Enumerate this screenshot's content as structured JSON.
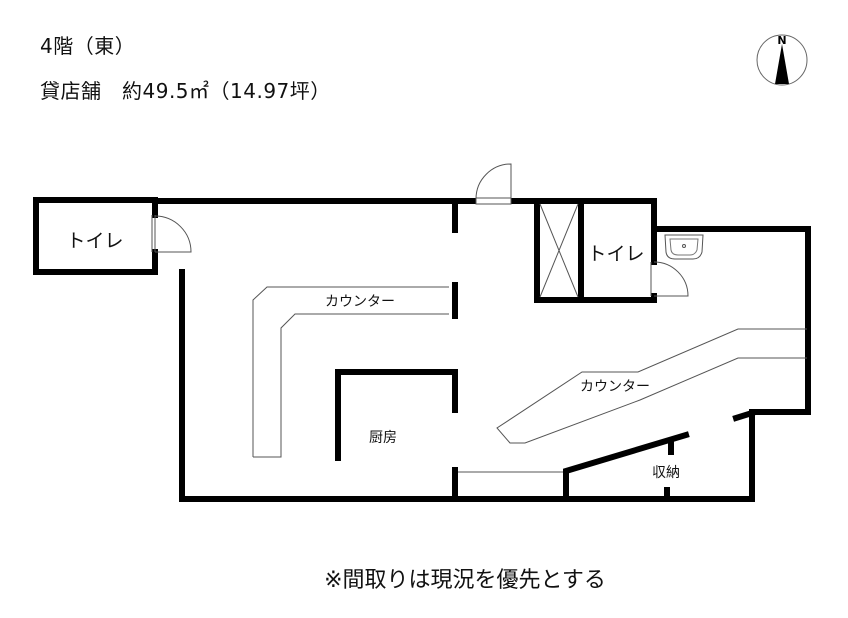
{
  "header": {
    "floor": "4階（東）",
    "info": "貸店舗　約49.5㎡（14.97坪）"
  },
  "compass": {
    "label": "N"
  },
  "rooms": {
    "toilet_left": "トイレ",
    "toilet_right": "トイレ",
    "counter_left": "カウンター",
    "counter_right": "カウンター",
    "kitchen": "厨房",
    "storage": "収納"
  },
  "note": "※間取りは現況を優先とする"
}
